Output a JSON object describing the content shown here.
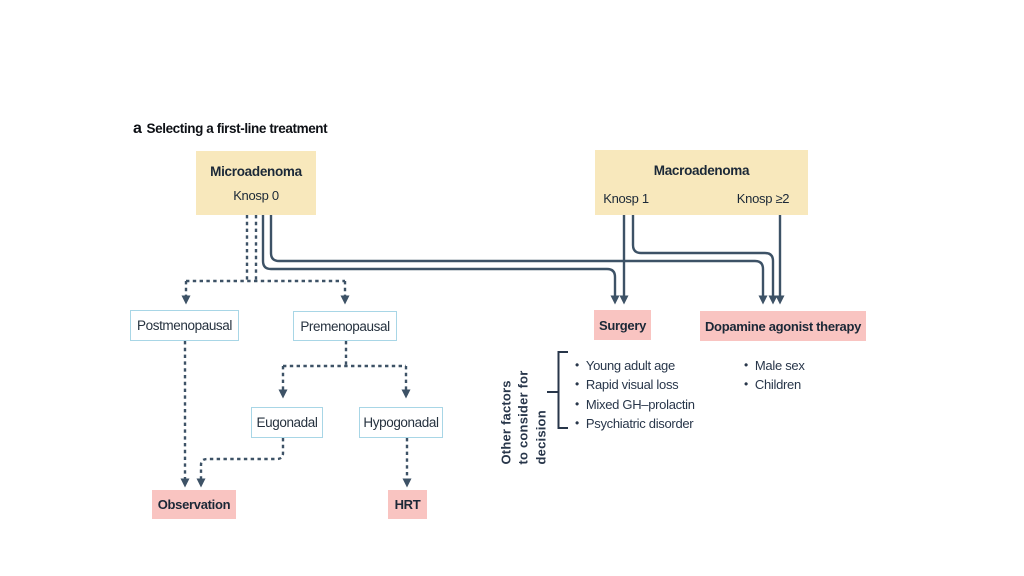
{
  "title": {
    "panel_letter": "a",
    "text": "Selecting a first-line treatment"
  },
  "nodes": {
    "microadenoma": {
      "label": "Microadenoma",
      "sublabel": "Knosp 0"
    },
    "macroadenoma": {
      "label": "Macroadenoma",
      "knosp1": "Knosp 1",
      "knosp2": "Knosp ≥2"
    },
    "postmenopausal": {
      "label": "Postmenopausal"
    },
    "premenopausal": {
      "label": "Premenopausal"
    },
    "eugonadal": {
      "label": "Eugonadal"
    },
    "hypogonadal": {
      "label": "Hypogonadal"
    },
    "surgery": {
      "label": "Surgery"
    },
    "dopamine_agonist": {
      "label": "Dopamine agonist therapy"
    },
    "observation": {
      "label": "Observation"
    },
    "hrt": {
      "label": "HRT"
    }
  },
  "side_note": {
    "line1": "Other factors",
    "line2": "to consider for",
    "line3": "decision"
  },
  "surgery_factors": [
    "Young adult age",
    "Rapid visual loss",
    "Mixed GH–prolactin",
    "Psychiatric disorder"
  ],
  "dopamine_factors": [
    "Male sex",
    "Children"
  ],
  "glyphs": {
    "bullet": "•"
  },
  "colors": {
    "node_yellow": "#F8E8BC",
    "node_pink": "#F9C4C1",
    "node_border_blue": "#A8D6E6",
    "connector": "#3D5266",
    "text_dark": "#1B2837",
    "text_body": "#28364A"
  }
}
